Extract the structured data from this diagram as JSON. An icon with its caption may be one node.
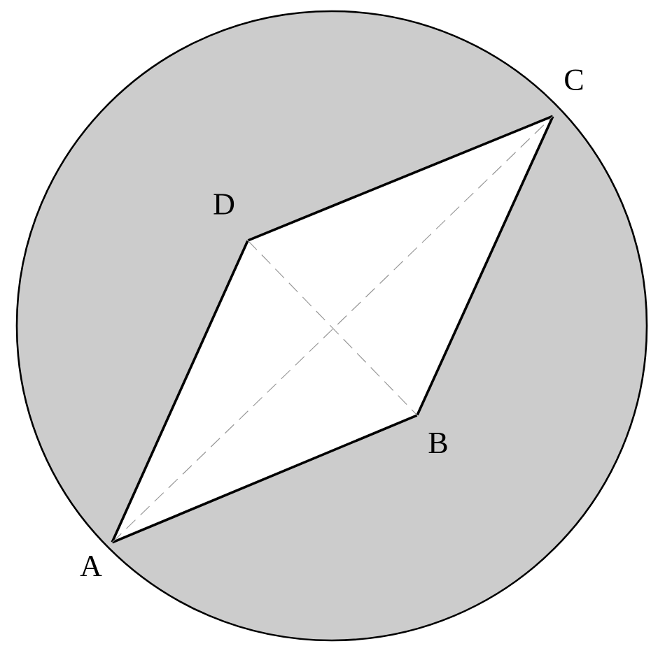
{
  "diagram": {
    "nodes": [
      {
        "text": [
          "A"
        ]
      },
      {
        "text": [
          "B"
        ]
      },
      {
        "text": [
          "C"
        ]
      },
      {
        "text": [
          "D"
        ]
      }
    ],
    "edges": [
      {
        "from": 0,
        "to": 1,
        "arrow": "none"
      },
      {
        "from": 1,
        "to": 2,
        "arrow": "none"
      },
      {
        "from": 2,
        "to": 3,
        "arrow": "none"
      },
      {
        "from": 3,
        "to": 0,
        "arrow": "none"
      },
      {
        "from": 0,
        "to": 2,
        "arrow": "none",
        "style": "dashed",
        "color": "#999999"
      },
      {
        "from": 3,
        "to": 1,
        "arrow": "none",
        "style": "dashed",
        "color": "#999999"
      }
    ]
  }
}
